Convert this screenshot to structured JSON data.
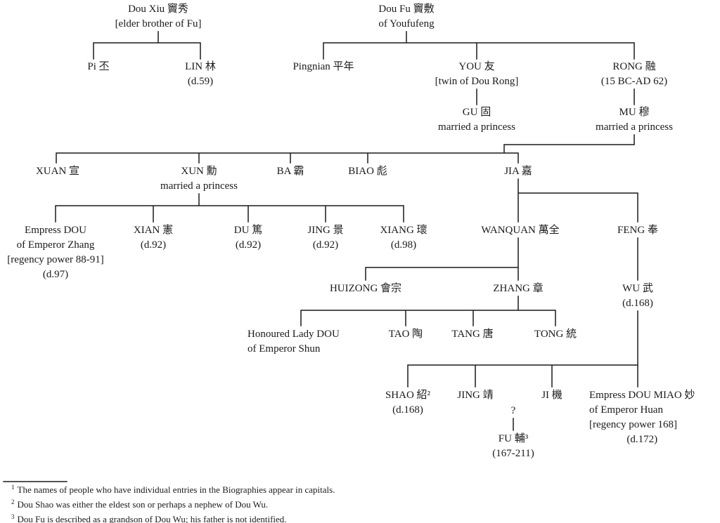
{
  "nodes": {
    "dou_xiu": {
      "lines": [
        "Dou Xiu 竇秀",
        "[elder brother of Fu]"
      ]
    },
    "pi": {
      "lines": [
        "Pi 丕"
      ]
    },
    "lin": {
      "lines": [
        "LIN 林",
        "(d.59)"
      ]
    },
    "dou_fu": {
      "lines": [
        "Dou Fu 竇敷",
        "of Youfufeng"
      ]
    },
    "pingnian": {
      "lines": [
        "Pingnian 平年"
      ]
    },
    "you": {
      "lines": [
        "YOU 友",
        "[twin of Dou Rong]"
      ]
    },
    "rong": {
      "lines": [
        "RONG 融",
        "(15 BC-AD 62)"
      ]
    },
    "gu": {
      "lines": [
        "GU 固",
        "married a princess"
      ]
    },
    "mu": {
      "lines": [
        "MU 穆",
        "married a princess"
      ]
    },
    "xuan": {
      "lines": [
        "XUAN 宣"
      ]
    },
    "xun": {
      "lines": [
        "XUN 勳",
        "married a princess"
      ]
    },
    "ba": {
      "lines": [
        "BA 霸"
      ]
    },
    "biao": {
      "lines": [
        "BIAO 彪"
      ]
    },
    "jia": {
      "lines": [
        "JIA 嘉"
      ]
    },
    "empress_dou": {
      "lines": [
        "Empress DOU",
        "of Emperor Zhang",
        "[regency power 88-91]",
        "(d.97)"
      ]
    },
    "xian": {
      "lines": [
        "XIAN 憲",
        "(d.92)"
      ]
    },
    "du": {
      "lines": [
        "DU 篤",
        "(d.92)"
      ]
    },
    "jing_elder": {
      "lines": [
        "JING 景",
        "(d.92)"
      ]
    },
    "xiang": {
      "lines": [
        "XIANG 瓌",
        "(d.98)"
      ]
    },
    "wanquan": {
      "lines": [
        "WANQUAN 萬全"
      ]
    },
    "feng": {
      "lines": [
        "FENG 奉"
      ]
    },
    "huizong": {
      "lines": [
        "HUIZONG 會宗"
      ]
    },
    "zhang": {
      "lines": [
        "ZHANG 章"
      ]
    },
    "wu": {
      "lines": [
        "WU 武",
        "(d.168)"
      ]
    },
    "honoured_lady": {
      "lines": [
        "Honoured Lady DOU",
        "of Emperor Shun"
      ]
    },
    "tao": {
      "lines": [
        "TAO 陶"
      ]
    },
    "tang": {
      "lines": [
        "TANG 唐"
      ]
    },
    "tong": {
      "lines": [
        "TONG 統"
      ]
    },
    "shao": {
      "lines": [
        "SHAO 紹²",
        "(d.168)"
      ]
    },
    "jing_younger": {
      "lines": [
        "JING 靖"
      ]
    },
    "ji": {
      "lines": [
        "JI 機"
      ]
    },
    "empress_dou_miao": {
      "lines": [
        "Empress DOU MIAO 妙",
        "of Emperor Huan",
        "[regency power 168]",
        "(d.172)"
      ]
    },
    "unknown_parent": {
      "lines": [
        "?"
      ]
    },
    "fu": {
      "lines": [
        "FU 輔³",
        "(167-211)"
      ]
    }
  },
  "footnotes": [
    {
      "n": "1",
      "text": "The names of people who have individual entries in the Biographies appear in capitals."
    },
    {
      "n": "2",
      "text": "Dou Shao was either the eldest son or perhaps a nephew of Dou Wu."
    },
    {
      "n": "3",
      "text": "Dou Fu is described as a grandson of Dou Wu; his father is not identified."
    }
  ],
  "colors": {
    "line": "#1a1a1a",
    "text": "#1a1a1a",
    "background": "#ffffff"
  }
}
